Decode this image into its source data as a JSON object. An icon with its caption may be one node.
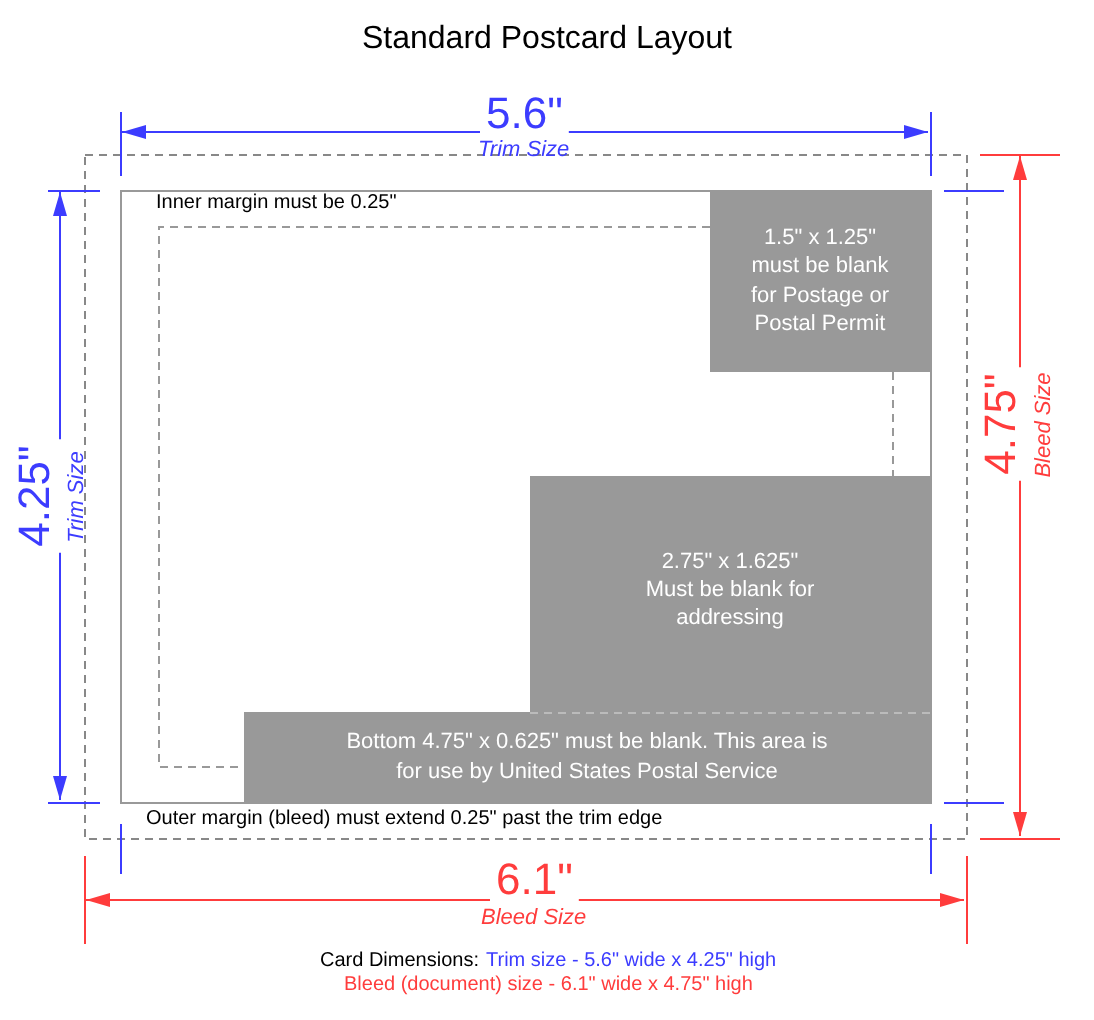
{
  "diagram": {
    "title": "Standard Postcard Layout",
    "nodes": [
      {
        "text": [
          "1.5\" x 1.25\" must be blank for Postage or Postal Permit"
        ]
      },
      {
        "text": [
          "2.75\" x 1.625\" Must be blank for addressing"
        ]
      },
      {
        "text": [
          "Bottom 4.75\" x 0.625\" must be blank. This area is for use by United States Postal Service"
        ]
      }
    ],
    "edges": [],
    "labels": [
      "5.6\"",
      "Trim Size",
      "Inner margin must be 0.25\"",
      "4.25\"",
      "Trim Size",
      "4.75\"",
      "Bleed Size",
      "Outer margin (bleed) must extend 0.25\" past the trim edge",
      "6.1\"",
      "Bleed Size",
      "Card Dimensions:",
      "Trim size - 5.6\" wide x 4.25\" high",
      "Bleed (document) size - 6.1\" wide x 4.75\" high"
    ]
  }
}
